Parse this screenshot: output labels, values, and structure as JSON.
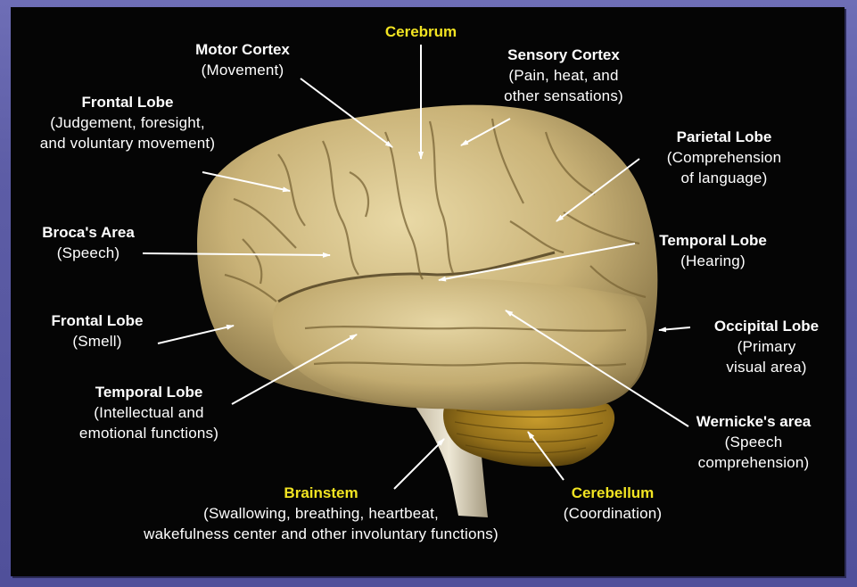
{
  "labels": {
    "cerebrum": {
      "title": "Cerebrum"
    },
    "motor_cortex": {
      "title": "Motor Cortex",
      "desc": [
        "(Movement)"
      ]
    },
    "sensory_cortex": {
      "title": "Sensory Cortex",
      "desc": [
        "(Pain, heat, and",
        "other sensations)"
      ]
    },
    "frontal_lobe_upper": {
      "title": "Frontal Lobe",
      "desc": [
        "(Judgement, foresight,",
        "and voluntary movement)"
      ]
    },
    "parietal_lobe": {
      "title": "Parietal Lobe",
      "desc": [
        "(Comprehension",
        "of language)"
      ]
    },
    "brocas_area": {
      "title": "Broca's Area",
      "desc": [
        "(Speech)"
      ]
    },
    "temporal_lobe_right": {
      "title": "Temporal Lobe",
      "desc": [
        "(Hearing)"
      ]
    },
    "frontal_lobe_lower": {
      "title": "Frontal Lobe",
      "desc": [
        "(Smell)"
      ]
    },
    "occipital_lobe": {
      "title": "Occipital Lobe",
      "desc": [
        "(Primary",
        "visual area)"
      ]
    },
    "temporal_lobe_left": {
      "title": "Temporal Lobe",
      "desc": [
        "(Intellectual and",
        "emotional functions)"
      ]
    },
    "wernickes_area": {
      "title": "Wernicke's area",
      "desc": [
        "(Speech",
        "comprehension)"
      ]
    },
    "brainstem": {
      "title": "Brainstem",
      "desc": [
        "(Swallowing, breathing, heartbeat,",
        "wakefulness center and other involuntary functions)"
      ]
    },
    "cerebellum": {
      "title": "Cerebellum",
      "desc": [
        "(Coordination)"
      ]
    }
  },
  "colors": {
    "background": "#050505",
    "frame": "#5d5da6",
    "label_text": "#ffffff",
    "highlight_text": "#f2e422",
    "brain": "#c9b277",
    "cerebellum": "#9a7418",
    "brainstem": "#e4dcc6"
  }
}
